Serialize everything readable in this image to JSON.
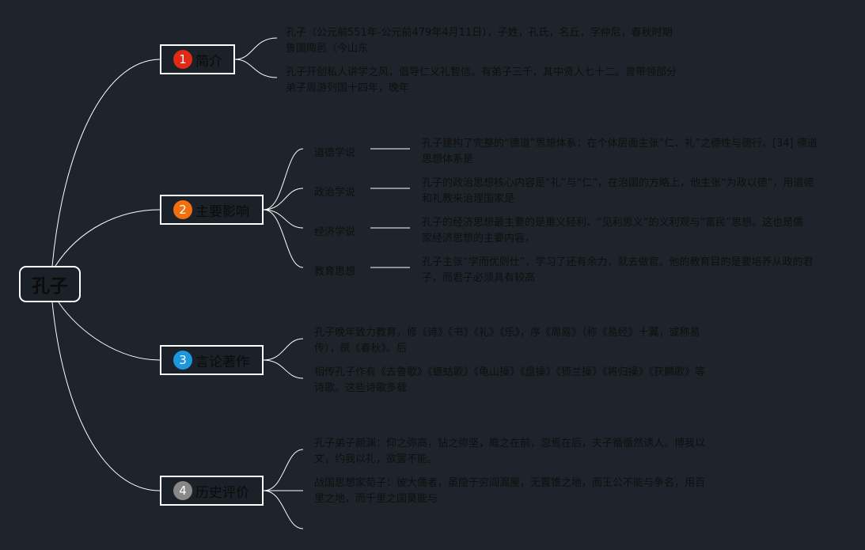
{
  "root": {
    "label": "孔子"
  },
  "branches": [
    {
      "number": "1",
      "label": "简介",
      "badge_color": "#e02a14",
      "leaves": [
        "孔子（公元前551年-公元前479年4月11日），子姓，孔氏，名丘，字仲尼，春秋时期鲁国陬邑（今山东",
        "孔子开创私人讲学之风，倡导仁义礼智信。有弟子三千，其中贤人七十二。曾带领部分弟子周游列国十四年，晚年"
      ]
    },
    {
      "number": "2",
      "label": "主要影响",
      "badge_color": "#f26f0f",
      "subs": [
        {
          "label": "道德学说",
          "detail": "孔子建构了完整的“德道”思想体系：在个体层面主张“仁、礼”之德性与德行。[34] 德道思想体系是"
        },
        {
          "label": "政治学说",
          "detail": "孔子的政治思想核心内容是“礼”与“仁”，在治国的方略上，他主张“为政以德”，用道德和礼教来治理国家是"
        },
        {
          "label": "经济学说",
          "detail": "孔子的经济思想最主要的是重义轻利、“见利思义”的义利观与“富民”思想。这也是儒家经济思想的主要内容，"
        },
        {
          "label": "教育思想",
          "detail": "孔子主张“学而优则仕”，学习了还有余力，就去做官。他的教育目的是要培养从政的君子，而君子必须具有较高"
        }
      ]
    },
    {
      "number": "3",
      "label": "言论著作",
      "badge_color": "#1d96dc",
      "leaves": [
        "孔子晚年致力教育，修《诗》《书》《礼》《乐》，序《周易》（称《易经》十翼，或称易传），撰《春秋》。后",
        "相传孔子作有《去鲁歌》《蟪蛄歌》《龟山操》《盘操》《猗兰操》《将归操》《获麟歌》等诗歌。这些诗歌多载"
      ]
    },
    {
      "number": "4",
      "label": "历史评价",
      "badge_color": "#888888",
      "leaves": [
        "孔子弟子颜渊：仰之弥高，钻之弥坚，瞻之在前，忽焉在后，夫子循循然诱人。博我以文，约我以礼，欲罢不能。",
        "战国思想家荀子：彼大儒者，虽隐于穷阎漏屋，无置锥之地，而王公不能与争名，用百里之地，而千里之国莫能与",
        ""
      ]
    }
  ],
  "colors": {
    "background": "#1e242b",
    "line": "#ffffff",
    "text": "#0f0f0f"
  }
}
